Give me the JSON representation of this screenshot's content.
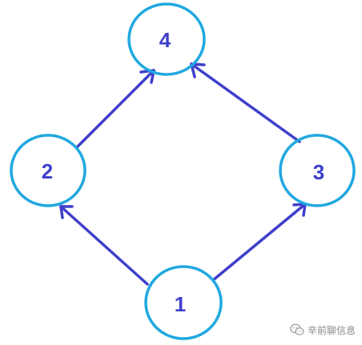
{
  "diagram": {
    "nodes": [
      {
        "id": "n1",
        "label": "1"
      },
      {
        "id": "n2",
        "label": "2"
      },
      {
        "id": "n3",
        "label": "3"
      },
      {
        "id": "n4",
        "label": "4"
      }
    ],
    "edges": [
      {
        "from": "1",
        "to": "2"
      },
      {
        "from": "1",
        "to": "3"
      },
      {
        "from": "2",
        "to": "4"
      },
      {
        "from": "3",
        "to": "4"
      }
    ]
  },
  "colors": {
    "node_border": "#20A8E0",
    "edge": "#3F3FCC",
    "label": "#3F3FCC"
  },
  "watermark": {
    "icon": "wechat-icon",
    "text": "辛前聊信息"
  }
}
